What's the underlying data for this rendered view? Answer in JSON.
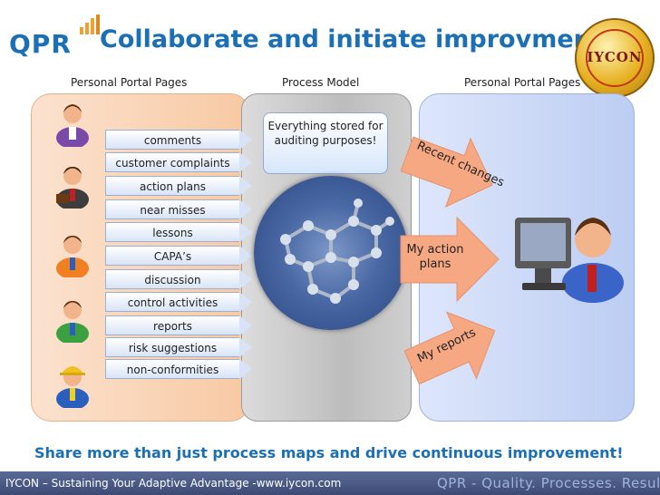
{
  "header": {
    "logo_text": "QPR",
    "title": "Collaborate and initiate improvment!",
    "partner_logo_text": "IYCON"
  },
  "columns": {
    "left_heading": "Personal Portal Pages",
    "middle_heading": "Process Model",
    "right_heading": "Personal Portal Pages"
  },
  "items": [
    "comments",
    "customer complaints",
    "action plans",
    "near misses",
    "lessons",
    "CAPA’s",
    "discussion",
    "control activities",
    "reports",
    "risk suggestions",
    "non-conformities"
  ],
  "process_model": {
    "note": "Everything stored for auditing purposes!"
  },
  "arrows": {
    "top": "Recent changes",
    "middle": "My action plans",
    "bottom": "My reports"
  },
  "tagline": "Share more than just process maps and drive continuous improvement!",
  "footer": {
    "left": "IYCON – Sustaining Your Adaptive Advantage -www.iycon.com",
    "right": "QPR - Quality. Processes. Results."
  },
  "colors": {
    "brand_blue": "#1a6fb5",
    "left_panel": "#f8c9a2",
    "right_panel": "#bccdf3",
    "arrow_orange": "#f6a883"
  }
}
